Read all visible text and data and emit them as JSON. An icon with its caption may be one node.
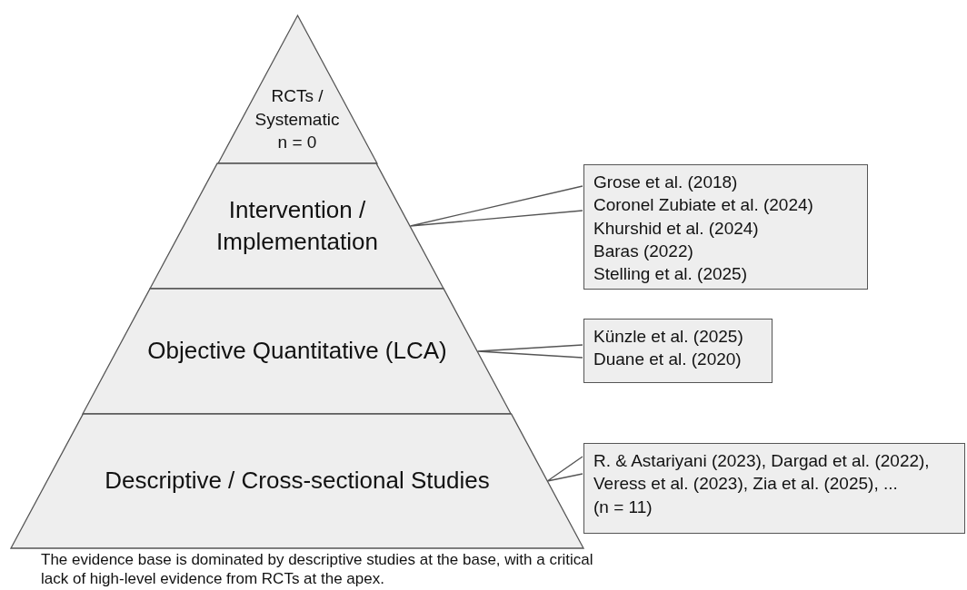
{
  "diagram": {
    "caption": "The evidence base is dominated by descriptive studies at the base, with a critical lack of high-level evidence from RCTs at the apex.",
    "nodes": [
      {
        "text": [
          "RCTs / Systematic",
          "n = 0"
        ]
      },
      {
        "text": [
          "Intervention / Implementation"
        ]
      },
      {
        "text": [
          "Grose et al. (2018)",
          "Coronel Zubiate et al. (2024)",
          "Khurshid et al. (2024)",
          "Baras (2022)",
          "Stelling et al. (2025)"
        ]
      },
      {
        "text": [
          "Objective Quantitative (LCA)"
        ]
      },
      {
        "text": [
          "Künzle et al. (2025)",
          "Duane et al. (2020)"
        ]
      },
      {
        "text": [
          "Descriptive / Cross-sectional Studies"
        ]
      },
      {
        "text": [
          "R. & Astariyani (2023), Dargad et al. (2022), Veress et al. (2023), Zia et al. (2025), ...",
          "(n = 11)"
        ]
      }
    ],
    "edges": [
      {
        "from": 2,
        "to": 1,
        "arrow": "none"
      },
      {
        "from": 4,
        "to": 3,
        "arrow": "none"
      },
      {
        "from": 6,
        "to": 5,
        "arrow": "none"
      }
    ]
  }
}
